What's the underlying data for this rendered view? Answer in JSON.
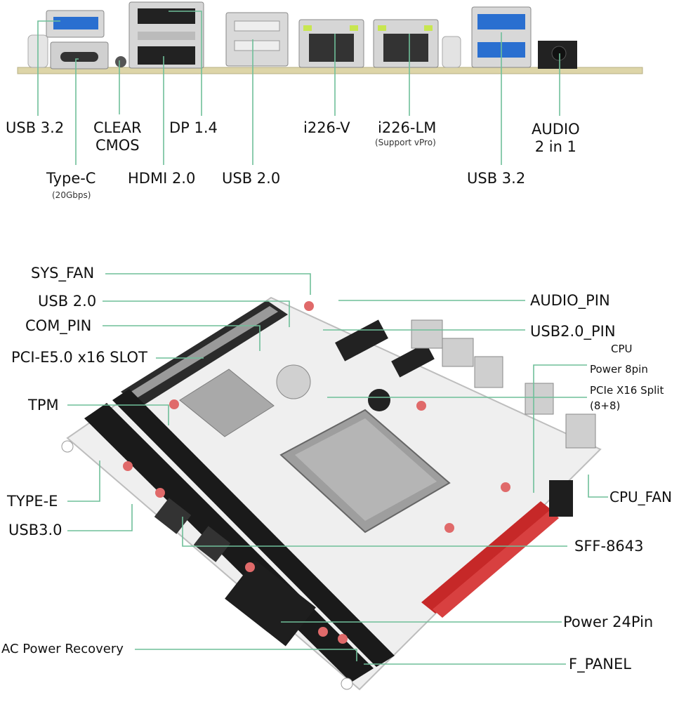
{
  "rear_io": {
    "usb32_left": "USB 3.2",
    "clear_cmos_1": "CLEAR",
    "clear_cmos_2": "CMOS",
    "dp": "DP 1.4",
    "i226v": "i226-V",
    "i226lm": "i226-LM",
    "i226lm_note": "(Support vPro)",
    "audio_1": "AUDIO",
    "audio_2": "2 in 1",
    "typec": "Type-C",
    "typec_note": "(20Gbps)",
    "hdmi": "HDMI 2.0",
    "usb20": "USB 2.0",
    "usb32_right": "USB 3.2"
  },
  "board": {
    "left": {
      "sys_fan": "SYS_FAN",
      "usb20": "USB 2.0",
      "com_pin": "COM_PIN",
      "pcie_slot": "PCI-E5.0 x16 SLOT",
      "tpm": "TPM",
      "type_e": "TYPE-E",
      "usb30": "USB3.0",
      "ac_power": "AC Power Recovery"
    },
    "right": {
      "audio_pin": "AUDIO_PIN",
      "usb20_pin": "USB2.0_PIN",
      "cpu": "CPU",
      "power8": "Power 8pin",
      "pcie_split": "PCIe X16 Split",
      "pcie_split_2": "(8+8)",
      "cpu_fan": "CPU_FAN",
      "sff": "SFF-8643",
      "power24": "Power 24Pin",
      "f_panel": "F_PANEL"
    }
  },
  "colors": {
    "leader": "#6fbf99",
    "board": "#eeeeee",
    "red": "#c62828"
  }
}
